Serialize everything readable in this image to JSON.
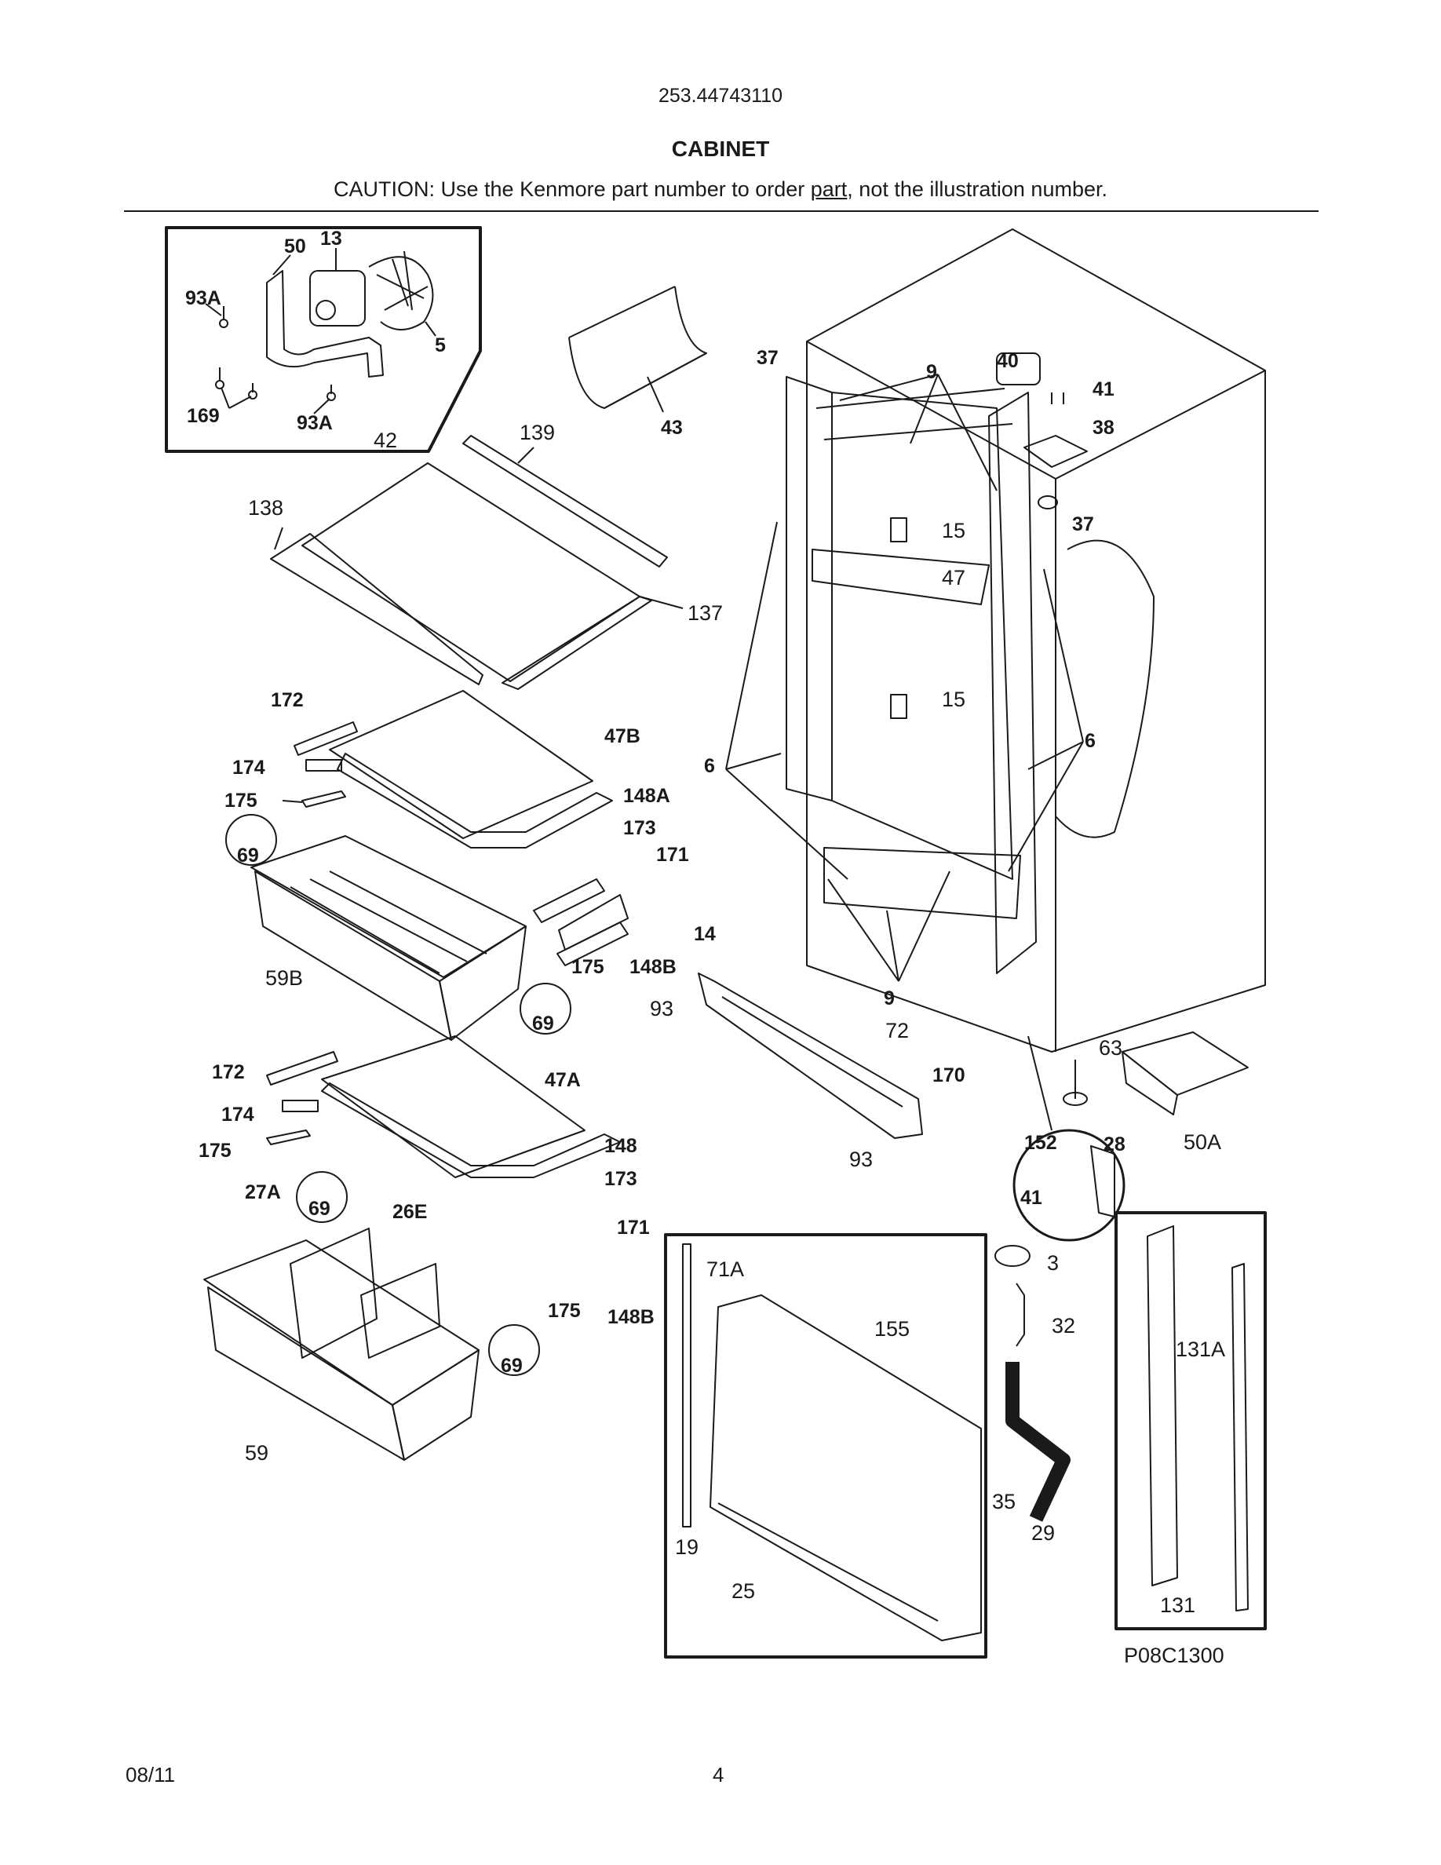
{
  "header": {
    "model_number": "253.44743110",
    "section_title": "CABINET",
    "caution_prefix": "CAUTION: Use the Kenmore part number to order ",
    "caution_underlined": "part",
    "caution_suffix": ", not the illustration number."
  },
  "footer": {
    "date": "08/11",
    "page_number": "4"
  },
  "diagram": {
    "drawing_id": "P08C1300",
    "callouts": [
      "50",
      "13",
      "93A",
      "5",
      "169",
      "93A",
      "43",
      "42",
      "139",
      "138",
      "137",
      "37",
      "9",
      "40",
      "41",
      "38",
      "37",
      "15",
      "47",
      "15",
      "6",
      "6",
      "172",
      "47B",
      "174",
      "175",
      "148A",
      "69",
      "173",
      "171",
      "59B",
      "175",
      "148B",
      "69",
      "14",
      "9",
      "93",
      "72",
      "63",
      "170",
      "50A",
      "172",
      "47A",
      "174",
      "175",
      "148",
      "27A",
      "69",
      "173",
      "26E",
      "171",
      "175",
      "148B",
      "69",
      "59",
      "93",
      "152",
      "28",
      "41",
      "3",
      "32",
      "71A",
      "155",
      "131A",
      "35",
      "29",
      "19",
      "25",
      "131"
    ]
  }
}
